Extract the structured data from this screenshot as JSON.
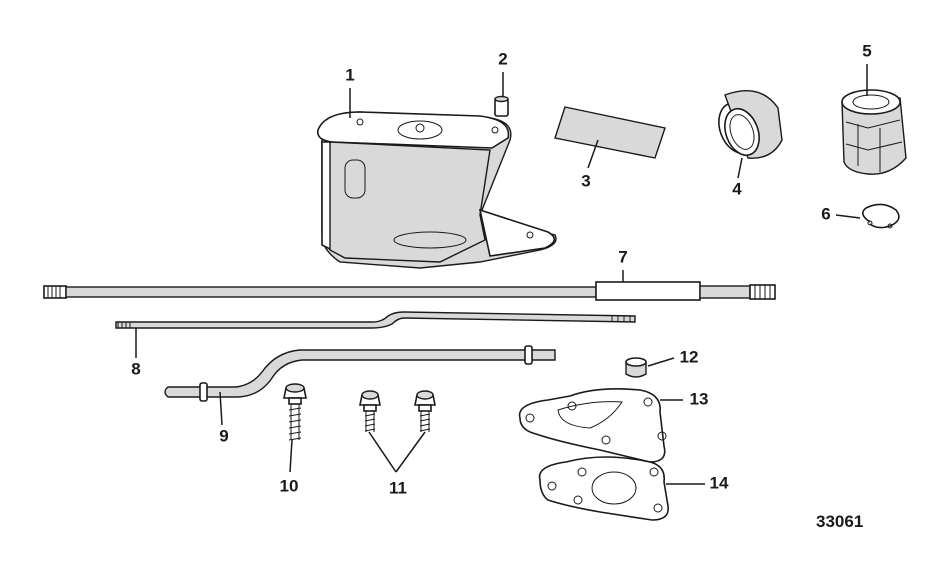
{
  "figure_number": "33061",
  "callouts": [
    {
      "id": "1",
      "label": "1"
    },
    {
      "id": "2",
      "label": "2"
    },
    {
      "id": "3",
      "label": "3"
    },
    {
      "id": "4",
      "label": "4"
    },
    {
      "id": "5",
      "label": "5"
    },
    {
      "id": "6",
      "label": "6"
    },
    {
      "id": "7",
      "label": "7"
    },
    {
      "id": "8",
      "label": "8"
    },
    {
      "id": "9",
      "label": "9"
    },
    {
      "id": "10",
      "label": "10"
    },
    {
      "id": "11",
      "label": "11"
    },
    {
      "id": "12",
      "label": "12"
    },
    {
      "id": "13",
      "label": "13"
    },
    {
      "id": "14",
      "label": "14"
    }
  ]
}
